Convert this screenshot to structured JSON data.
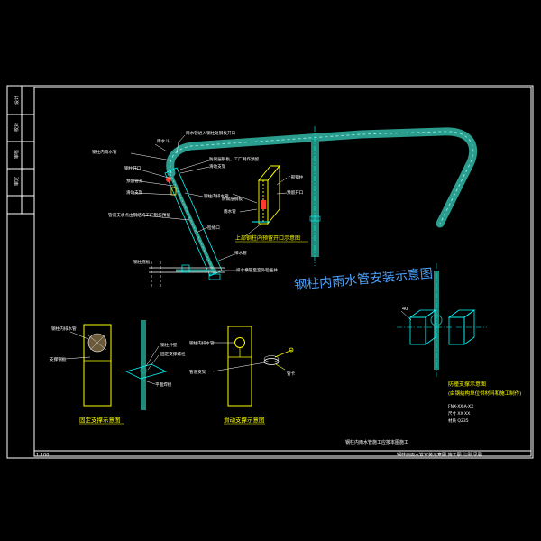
{
  "colors": {
    "background": "#000000",
    "frame": "#ffffff",
    "pipe": "#2a9d8f",
    "pipe_highlight": "#8fe3d8",
    "column": "#1f8a7a",
    "support": "#ffff00",
    "annotation": "#00ffff",
    "leader": "#ffffff",
    "accent_red": "#ff3b30",
    "title": "#4da3ff",
    "note_text": "#ffffff"
  },
  "main_title": "钢柱内雨水管安装示意图",
  "detail_titles": {
    "fixed_support": "固定支撑示意图",
    "sliding_support": "滑动支撑示意图",
    "top_opening": "上部钢柱内预留开口示意图",
    "box_support": "防撞支撑示意图",
    "box_support_note": "(由钢结构单位供材料和施工制作)"
  },
  "main_labels": [
    "雨水管进入钢柱处钢板开口",
    "雨水斗",
    "钢柱内雨水管",
    "防腐层钢板，工厂制作预留",
    "滑动支架",
    "钢柱开口",
    "预留管孔",
    "滑动支架",
    "钢柱内排水管",
    "管道支承点由钢结构工厂制作预留",
    "检修口",
    "排水管",
    "钢柱底板",
    "排水横管至室外检查井",
    "上部钢柱",
    "预留开口",
    "防腐层钢板",
    "雨水管"
  ],
  "fixed_support_labels": [
    "钢柱内排水管",
    "支撑钢板",
    "钢柱外壁",
    "固定支撑螺栓",
    "平面焊接"
  ],
  "sliding_support_labels": [
    "钢柱内排水管",
    "管卡",
    "管道支架"
  ],
  "box_support_notes": [
    "FNX-XX-A-XX",
    "尺寸 XX XX",
    "材质 Q235"
  ],
  "bottom_note": "钢柱内雨水管施工应按本图施工",
  "title_block": {
    "left_cells": [
      "设计",
      "校对",
      "审核",
      "审定"
    ],
    "left_note": "1:100",
    "right_note": "钢柱内雨水管安装示意图  施工图  比例 见图"
  }
}
